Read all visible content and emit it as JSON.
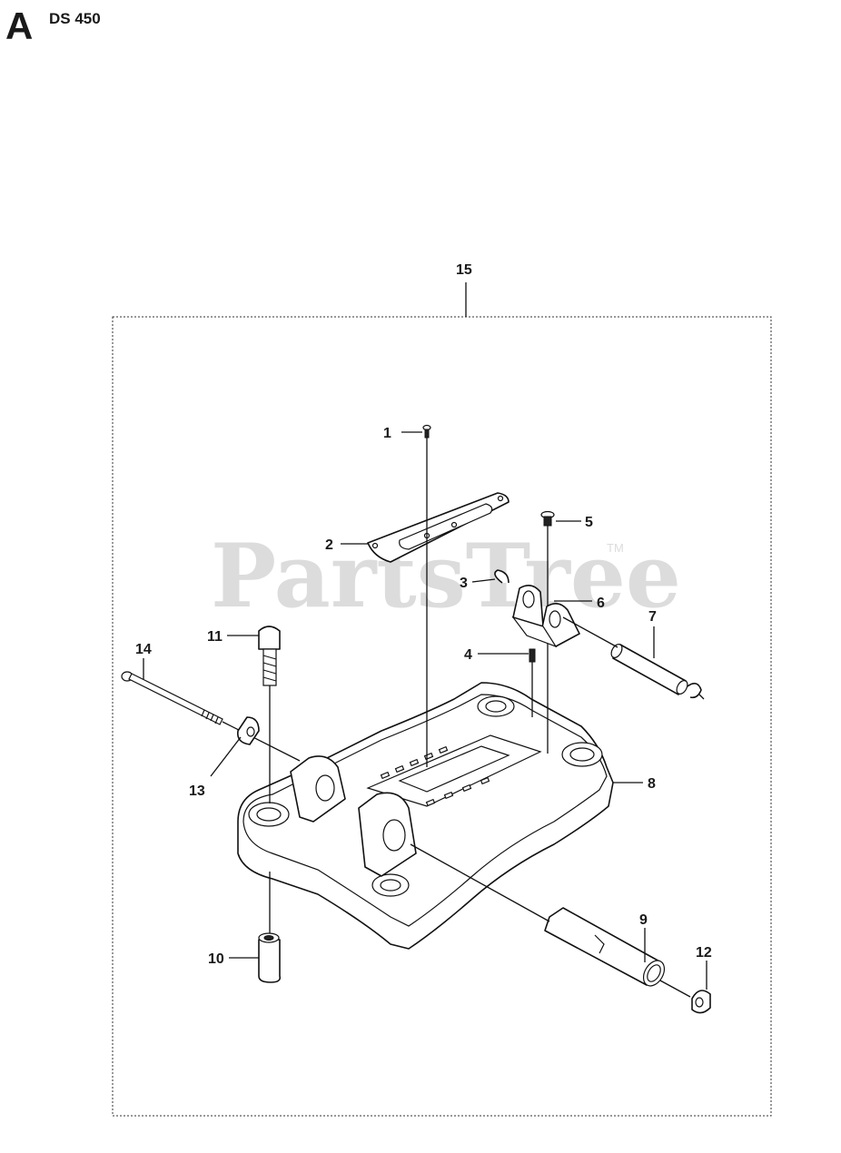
{
  "header": {
    "letter": "A",
    "model": "DS 450"
  },
  "watermark": {
    "text": "PartsTree",
    "tm": "TM"
  },
  "callouts": {
    "c1": "1",
    "c2": "2",
    "c3": "3",
    "c4": "4",
    "c5": "5",
    "c6": "6",
    "c7": "7",
    "c8": "8",
    "c9": "9",
    "c10": "10",
    "c11": "11",
    "c12": "12",
    "c13": "13",
    "c14": "14",
    "c15": "15"
  }
}
